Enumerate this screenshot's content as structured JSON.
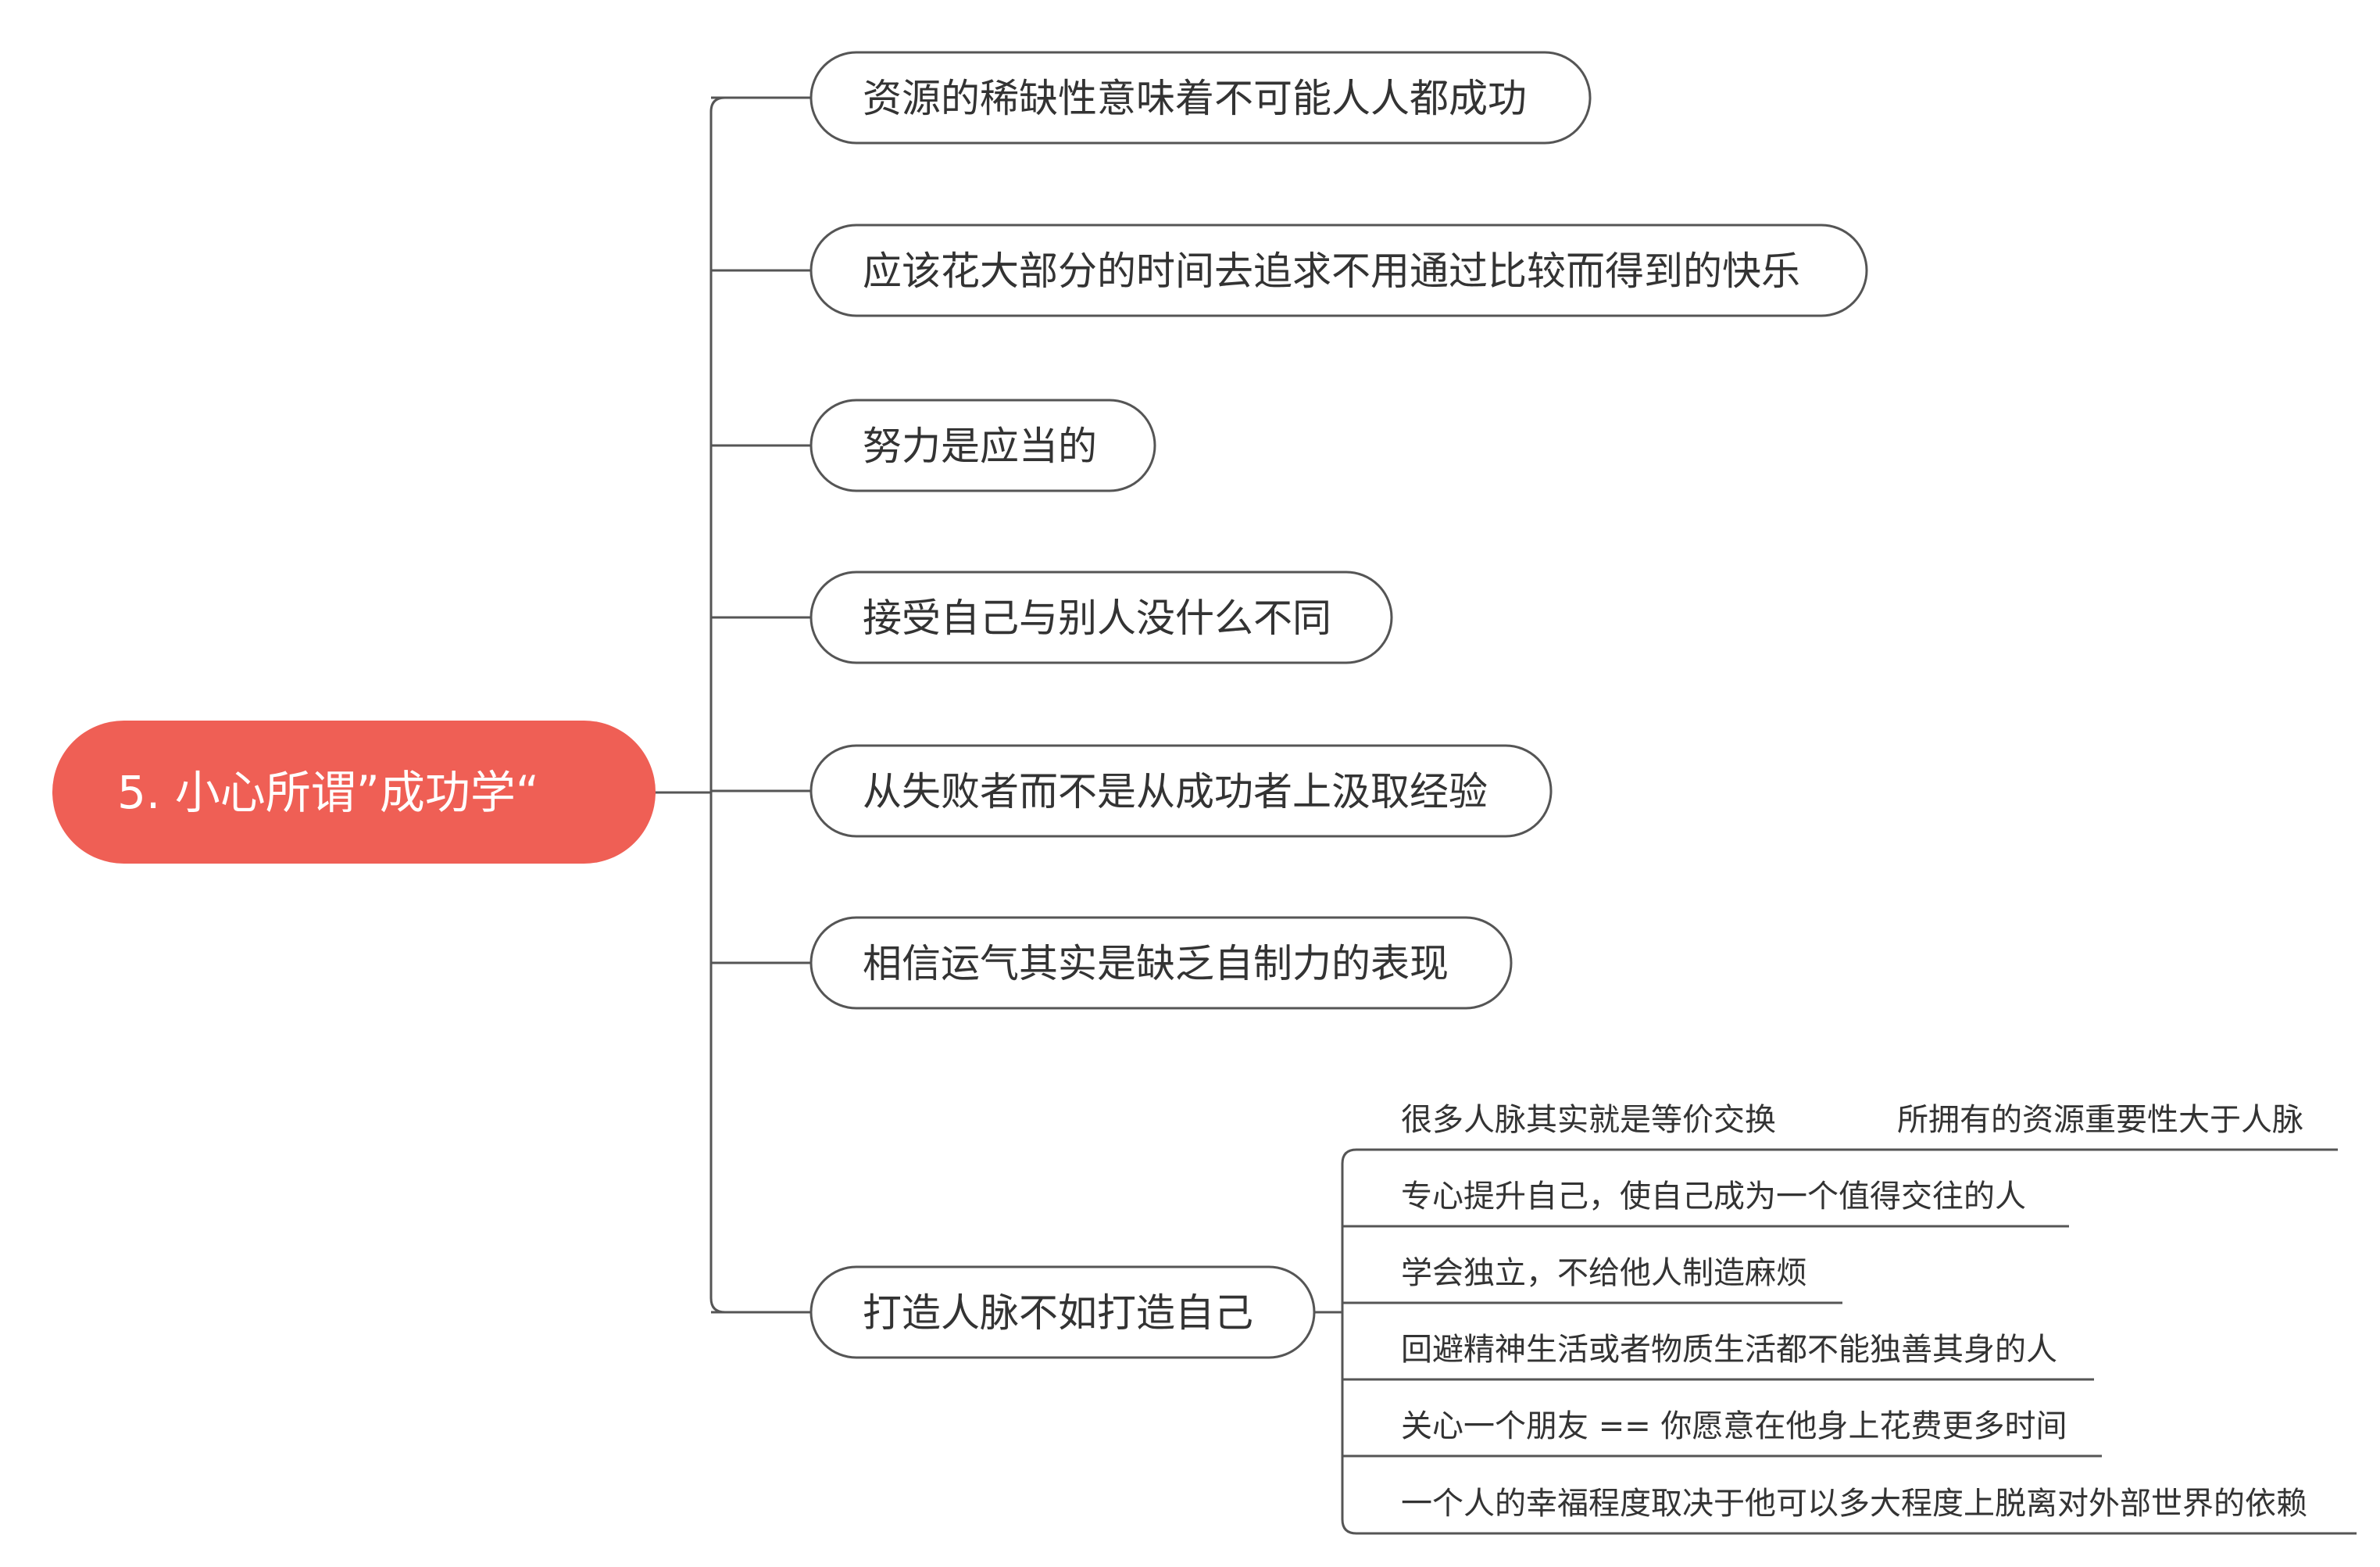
{
  "colors": {
    "central_fill": "#ef5f55",
    "central_text": "#ffffff",
    "line": "#555555",
    "text": "#333333"
  },
  "central": {
    "label": "5. 小心所谓”成功学“"
  },
  "branches": [
    {
      "label": "资源的稀缺性意味着不可能人人都成功"
    },
    {
      "label": "应该花大部分的时间去追求不用通过比较而得到的快乐"
    },
    {
      "label": "努力是应当的"
    },
    {
      "label": "接受自己与别人没什么不同"
    },
    {
      "label": "从失败者而不是从成功者上汲取经验"
    },
    {
      "label": "相信运气其实是缺乏自制力的表现"
    },
    {
      "label": "打造人脉不如打造自己",
      "children": [
        {
          "label": "很多人脉其实就是等价交换",
          "note": "所拥有的资源重要性大于人脉"
        },
        {
          "label": "专心提升自己，使自己成为一个值得交往的人"
        },
        {
          "label": "学会独立，不给他人制造麻烦"
        },
        {
          "label": "回避精神生活或者物质生活都不能独善其身的人"
        },
        {
          "label": "关心一个朋友 == 你愿意在他身上花费更多时间"
        },
        {
          "label": "一个人的幸福程度取决于他可以多大程度上脱离对外部世界的依赖"
        }
      ]
    }
  ]
}
